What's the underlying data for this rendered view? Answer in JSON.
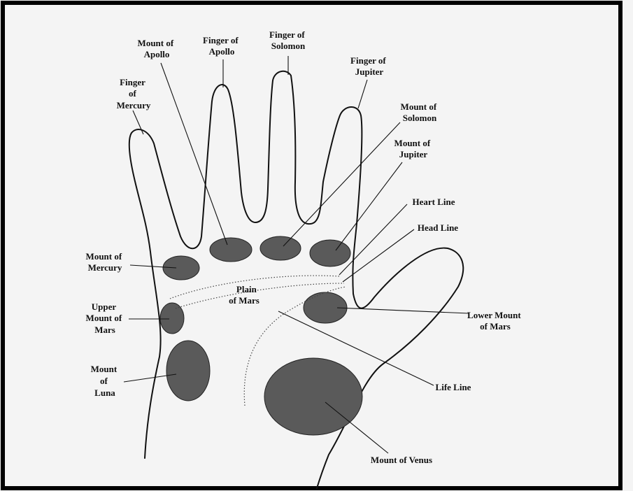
{
  "labels": {
    "finger_mercury": [
      "Finger",
      "of",
      "Mercury"
    ],
    "mount_apollo": [
      "Mount of",
      "Apollo"
    ],
    "finger_apollo": [
      "Finger of",
      "Apollo"
    ],
    "finger_solomon": [
      "Finger of",
      "Solomon"
    ],
    "finger_jupiter": [
      "Finger of",
      "Jupiter"
    ],
    "mount_solomon": [
      "Mount of",
      "Solomon"
    ],
    "mount_jupiter": [
      "Mount of",
      "Jupiter"
    ],
    "heart_line": [
      "Heart Line"
    ],
    "head_line": [
      "Head Line"
    ],
    "mount_mercury": [
      "Mount of",
      "Mercury"
    ],
    "plain_mars": [
      "Plain",
      "of Mars"
    ],
    "upper_mount_mars": [
      "Upper",
      "Mount of",
      "Mars"
    ],
    "lower_mount_mars": [
      "Lower Mount",
      "of Mars"
    ],
    "mount_luna": [
      "Mount",
      "of",
      "Luna"
    ],
    "life_line": [
      "Life Line"
    ],
    "mount_venus": [
      "Mount of Venus"
    ]
  }
}
